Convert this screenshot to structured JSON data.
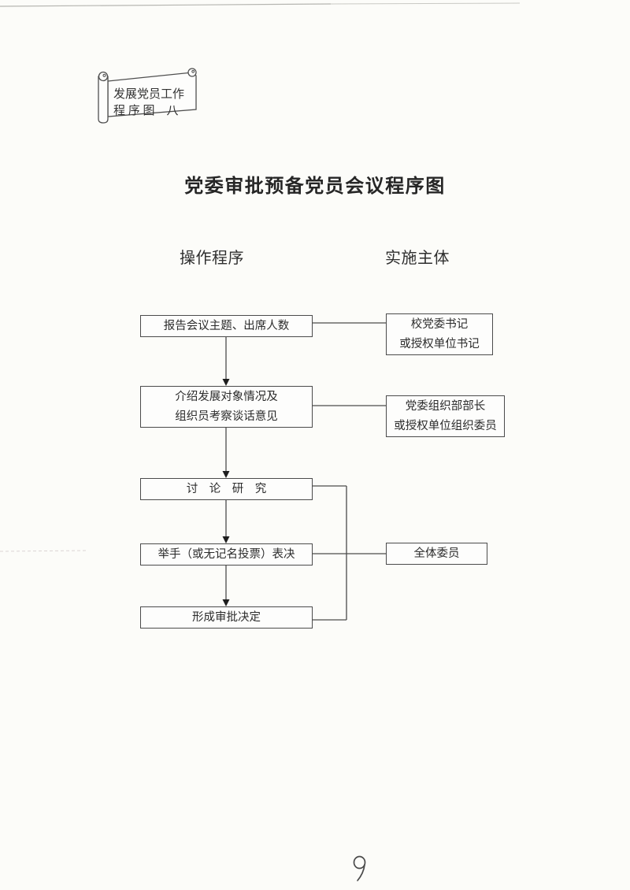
{
  "document": {
    "banner": {
      "line1": "发展党员工作",
      "line2": "程 序 图　八"
    },
    "title": "党委审批预备党员会议程序图",
    "column_headers": {
      "operation": "操作程序",
      "implementer": "实施主体"
    },
    "steps": [
      {
        "lines": [
          "报告会议主题、出席人数"
        ]
      },
      {
        "lines": [
          "介绍发展对象情况及",
          "组织员考察谈话意见"
        ]
      },
      {
        "lines": [
          "讨　论　研　究"
        ]
      },
      {
        "lines": [
          "举手（或无记名投票）表决"
        ]
      },
      {
        "lines": [
          "形成审批决定"
        ]
      }
    ],
    "actors": [
      {
        "lines": [
          "校党委书记",
          "或授权单位书记"
        ]
      },
      {
        "lines": [
          "党委组织部部长",
          "或授权单位组织委员"
        ]
      },
      {
        "lines": [
          "全体委员"
        ]
      }
    ],
    "page_number": "9"
  },
  "colors": {
    "paper": "#fcfcf9",
    "ink": "#2b2b2b",
    "line": "#4b4b4b",
    "scan_edge": "#b5b5b0"
  }
}
